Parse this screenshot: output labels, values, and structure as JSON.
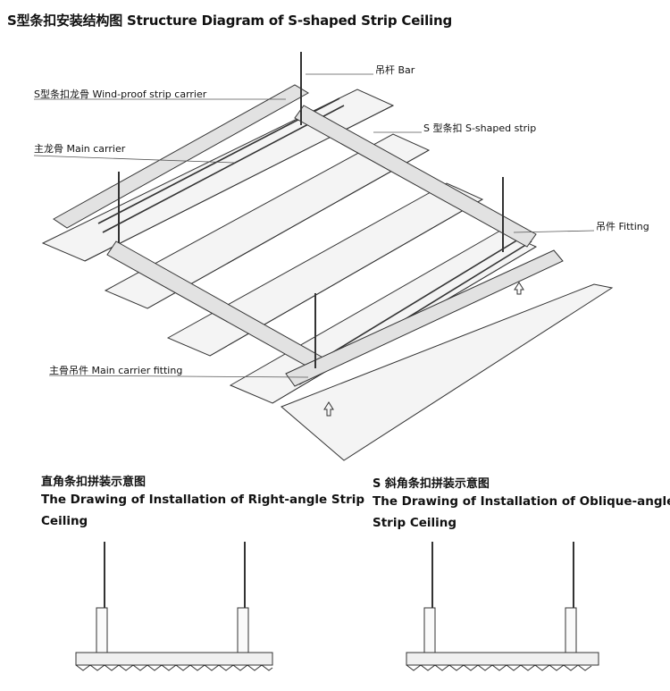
{
  "title": "S型条扣安装结构图 Structure Diagram of S-shaped Strip Ceiling",
  "labels": {
    "bar": "吊杆 Bar",
    "wind_carrier": "S型条扣龙骨 Wind-proof strip carrier",
    "s_strip": "S 型条扣 S-shaped strip",
    "main_carrier": "主龙骨 Main carrier",
    "fitting": "吊件 Fitting",
    "main_fitting": "主骨吊件 Main carrier fitting"
  },
  "left_drawing": {
    "title_cn": "直角条扣拼装示意图",
    "title_en_line1": "The Drawing of Installation of Right-angle Strip",
    "title_en_line2": "Ceiling"
  },
  "right_drawing": {
    "title_cn": "S 斜角条扣拼装示意图",
    "title_en_line1": "The Drawing of Installation of Oblique-angle",
    "title_en_line2": "Strip Ceiling"
  }
}
